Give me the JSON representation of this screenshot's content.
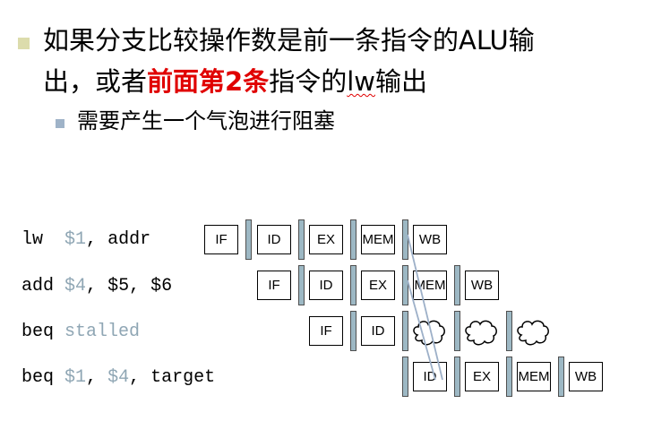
{
  "text": {
    "line1": "如果分支比较操作数是前一条指令的ALU输",
    "line2_a": "出，或者",
    "line2_red": "前面第2条",
    "line2_b": "指令的",
    "line2_lw": "lw",
    "line2_c": "输出",
    "sub": "需要产生一个气泡进行阻塞"
  },
  "instructions": [
    {
      "op": "lw",
      "sp1": "  ",
      "r1": "$1",
      "sep1": ", ",
      "rest": "addr"
    },
    {
      "op": "add",
      "sp1": " ",
      "r1": "$4",
      "sep1": ", ",
      "rest": "$5, $6"
    },
    {
      "op": "beq",
      "sp1": " ",
      "r1": "stalled",
      "sep1": "",
      "rest": ""
    },
    {
      "op": "beq",
      "sp1": " ",
      "r1": "$1",
      "sep1": ", ",
      "r2": "$4",
      "sep2": ", ",
      "rest": "target"
    }
  ],
  "stages": {
    "row1": [
      "IF",
      "ID",
      "EX",
      "MEM",
      "WB"
    ],
    "row2": [
      "IF",
      "ID",
      "EX",
      "MEM",
      "WB"
    ],
    "row3": [
      "IF",
      "ID"
    ],
    "row4": [
      "ID",
      "EX",
      "MEM",
      "WB"
    ]
  },
  "colors": {
    "highlight_red": "#e00000",
    "register_gray": "#8fa6b4",
    "latch_fill": "#9db8c4",
    "bullet_l1": "#dcdcac",
    "bullet_l2": "#9fb3c8"
  },
  "icons": [
    "bubble-icon",
    "bubble-icon",
    "bubble-icon"
  ]
}
